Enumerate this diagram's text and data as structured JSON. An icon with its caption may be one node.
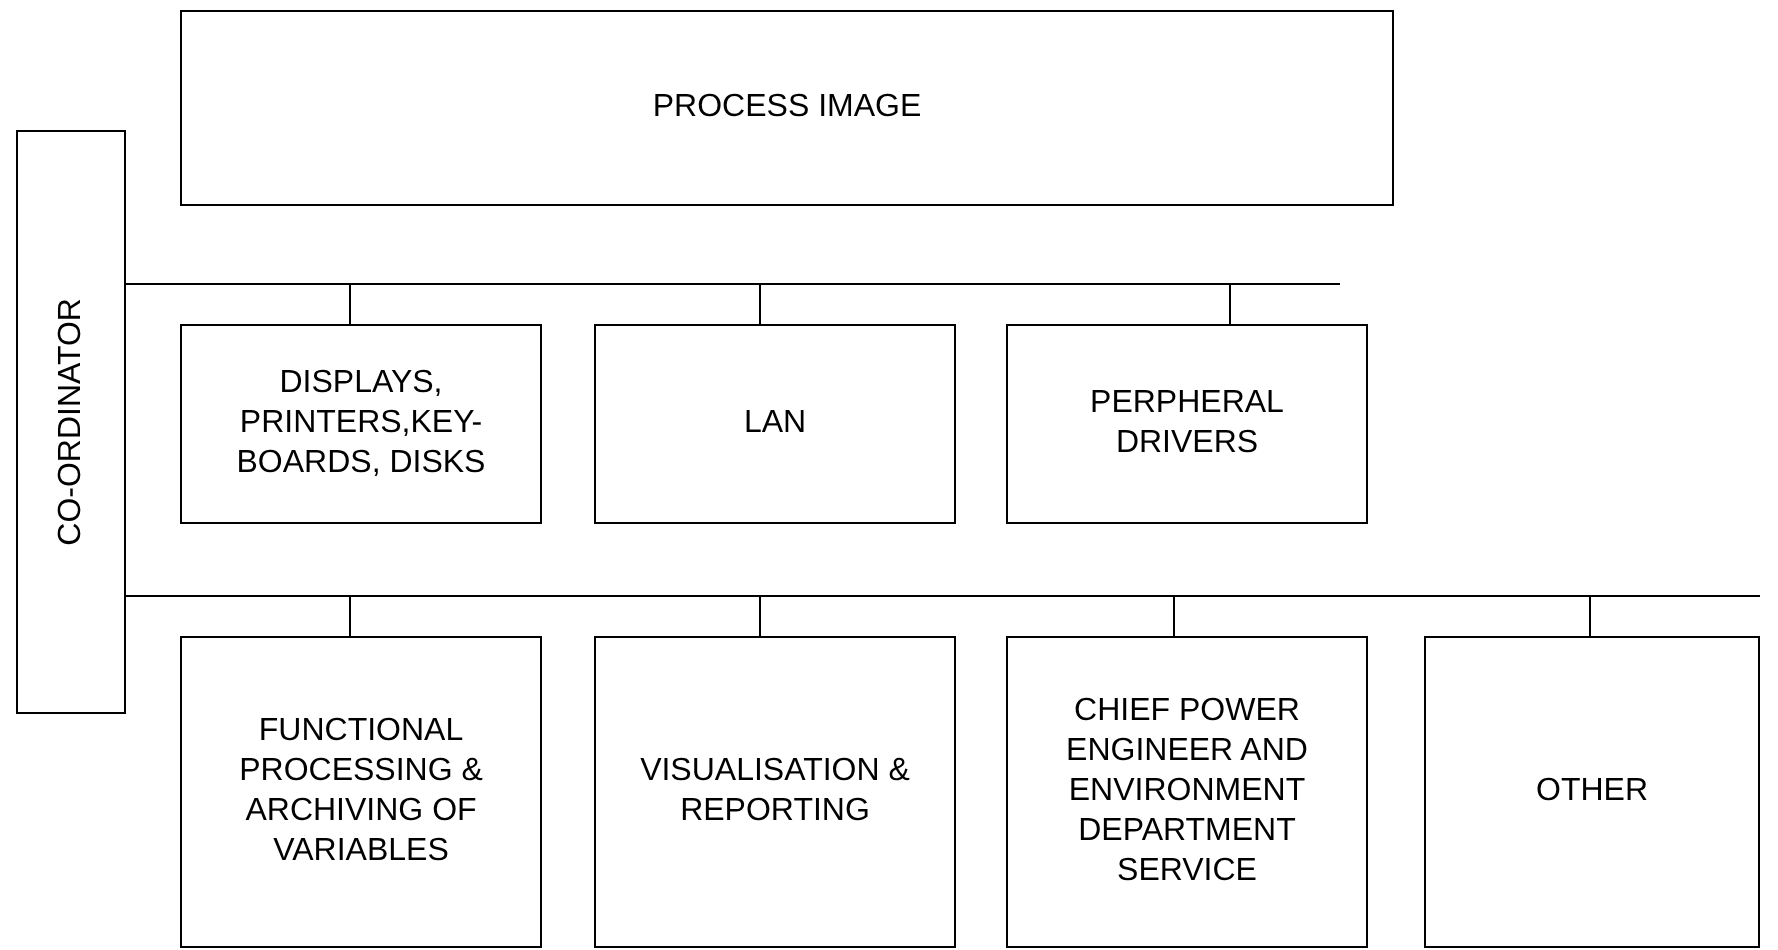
{
  "diagram": {
    "nodes": [
      {
        "text": [
          "PROCESS IMAGE"
        ]
      },
      {
        "text": [
          "CO-ORDINATOR"
        ]
      },
      {
        "text": [
          "DISPLAYS, PRINTERS,KEY- BOARDS, DISKS"
        ]
      },
      {
        "text": [
          "LAN"
        ]
      },
      {
        "text": [
          "PERPHERAL DRIVERS"
        ]
      },
      {
        "text": [
          "FUNCTIONAL PROCESSING & ARCHIVING OF VARIABLES"
        ]
      },
      {
        "text": [
          "VISUALISATION & REPORTING"
        ]
      },
      {
        "text": [
          "CHIEF POWER ENGINEER AND ENVIRONMENT DEPARTMENT SERVICE"
        ]
      },
      {
        "text": [
          "OTHER"
        ]
      }
    ],
    "edges": [
      {
        "from": 1,
        "to": 2,
        "arrow": "none"
      },
      {
        "from": 1,
        "to": 3,
        "arrow": "none"
      },
      {
        "from": 1,
        "to": 4,
        "arrow": "none"
      },
      {
        "from": 1,
        "to": 5,
        "arrow": "none"
      },
      {
        "from": 1,
        "to": 6,
        "arrow": "none"
      },
      {
        "from": 1,
        "to": 7,
        "arrow": "none"
      },
      {
        "from": 1,
        "to": 8,
        "arrow": "none"
      }
    ]
  }
}
